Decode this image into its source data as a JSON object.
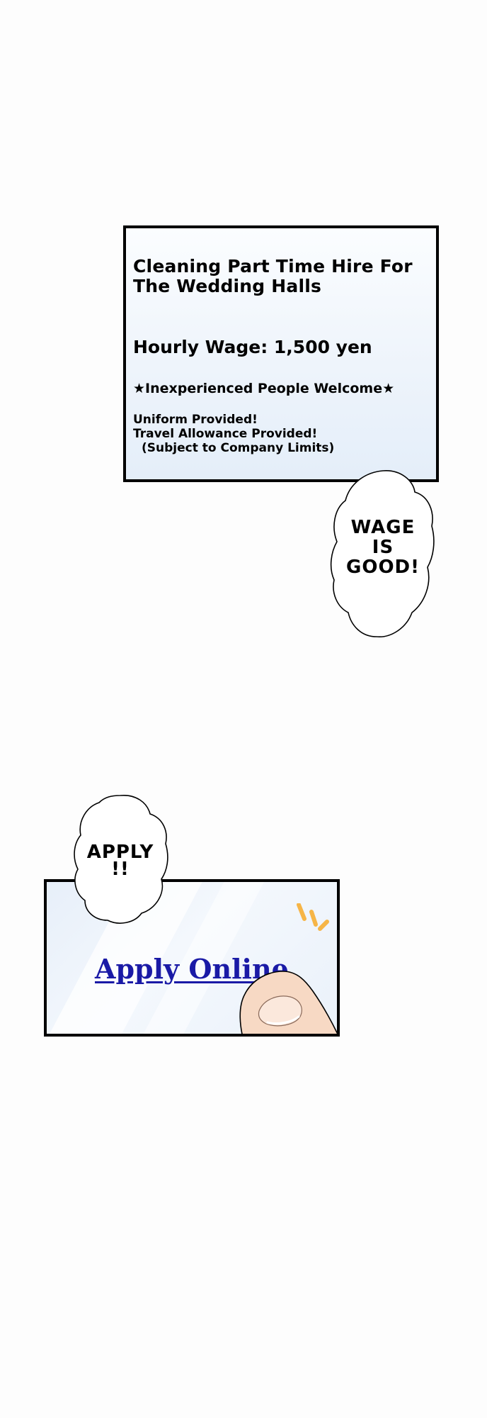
{
  "job_posting": {
    "title": "Cleaning Part Time Hire For The Wedding Halls",
    "wage": "Hourly Wage: 1,500 yen",
    "welcome": "★Inexperienced People Welcome★",
    "perks": [
      "Uniform Provided!",
      "Travel Allowance Provided!",
      "(Subject to Company Limits)"
    ]
  },
  "bubbles": {
    "wage_comment": [
      "WAGE",
      "IS",
      "GOOD!"
    ],
    "apply_comment": [
      "APPLY",
      "!!"
    ]
  },
  "apply": {
    "link_label": "Apply Online"
  },
  "colors": {
    "link": "#1a1aa6",
    "skin": "#f7d9c4",
    "sparkle": "#f6b547"
  }
}
